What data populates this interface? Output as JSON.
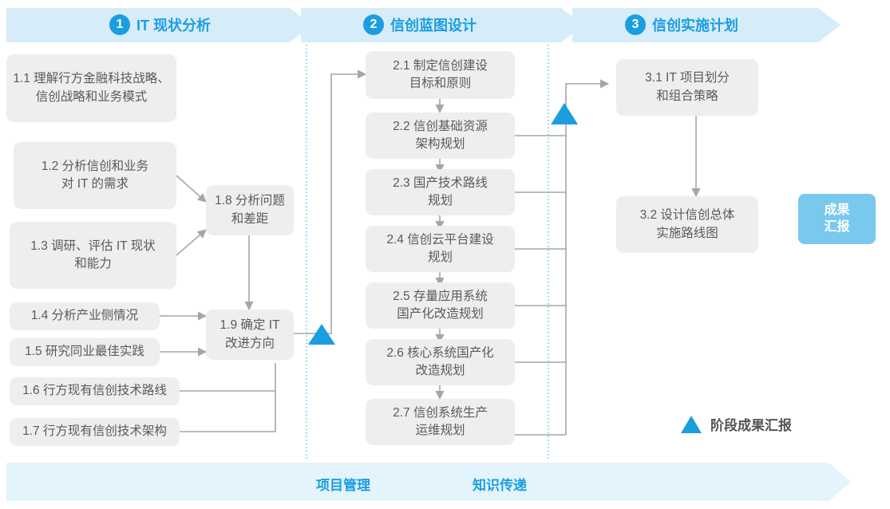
{
  "diagram": {
    "title_phases": [
      {
        "num": "1",
        "label": "IT 现状分析"
      },
      {
        "num": "2",
        "label": "信创蓝图设计"
      },
      {
        "num": "3",
        "label": "信创实施计划"
      }
    ],
    "phase1_nodes": [
      {
        "id": "1.1",
        "text": "1.1 理解行方金融科技战略、\n信创战略和业务模式"
      },
      {
        "id": "1.2",
        "text": "1.2 分析信创和业务\n对 IT 的需求"
      },
      {
        "id": "1.3",
        "text": "1.3 调研、评估 IT 现状\n和能力"
      },
      {
        "id": "1.4",
        "text": "1.4 分析产业侧情况"
      },
      {
        "id": "1.5",
        "text": "1.5 研究同业最佳实践"
      },
      {
        "id": "1.6",
        "text": "1.6 行方现有信创技术路线"
      },
      {
        "id": "1.7",
        "text": "1.7 行方现有信创技术架构"
      },
      {
        "id": "1.8",
        "text": "1.8 分析问题\n和差距"
      },
      {
        "id": "1.9",
        "text": "1.9 确定 IT\n改进方向"
      }
    ],
    "phase2_nodes": [
      {
        "id": "2.1",
        "text": "2.1 制定信创建设\n目标和原则"
      },
      {
        "id": "2.2",
        "text": "2.2 信创基础资源\n架构规划"
      },
      {
        "id": "2.3",
        "text": "2.3 国产技术路线\n规划"
      },
      {
        "id": "2.4",
        "text": "2.4 信创云平台建设\n规划"
      },
      {
        "id": "2.5",
        "text": "2.5 存量应用系统\n国产化改造规划"
      },
      {
        "id": "2.6",
        "text": "2.6 核心系统国产化\n改造规划"
      },
      {
        "id": "2.7",
        "text": "2.7 信创系统生产\n运维规划"
      }
    ],
    "phase3_nodes": [
      {
        "id": "3.1",
        "text": "3.1 IT 项目划分\n和组合策略"
      },
      {
        "id": "3.2",
        "text": "3.2 设计信创总体\n实施路线图"
      }
    ],
    "result_node": {
      "text": "成果\n汇报"
    },
    "legend": {
      "label": "阶段成果汇报",
      "marker": "triangle-up-icon"
    },
    "bottom_bar": {
      "labels": [
        "项目管理",
        "知识传递"
      ]
    },
    "colors": {
      "accent": "#1a9ee0",
      "banner_bg": "#d6ecf9",
      "bottom_bg": "#e3f4fc",
      "node_bg": "#eeeeee",
      "node_text": "#5a5a5a",
      "result_bg": "#79c8ee",
      "connector": "#a6a6a6",
      "dotted": "#54bfe8"
    }
  }
}
